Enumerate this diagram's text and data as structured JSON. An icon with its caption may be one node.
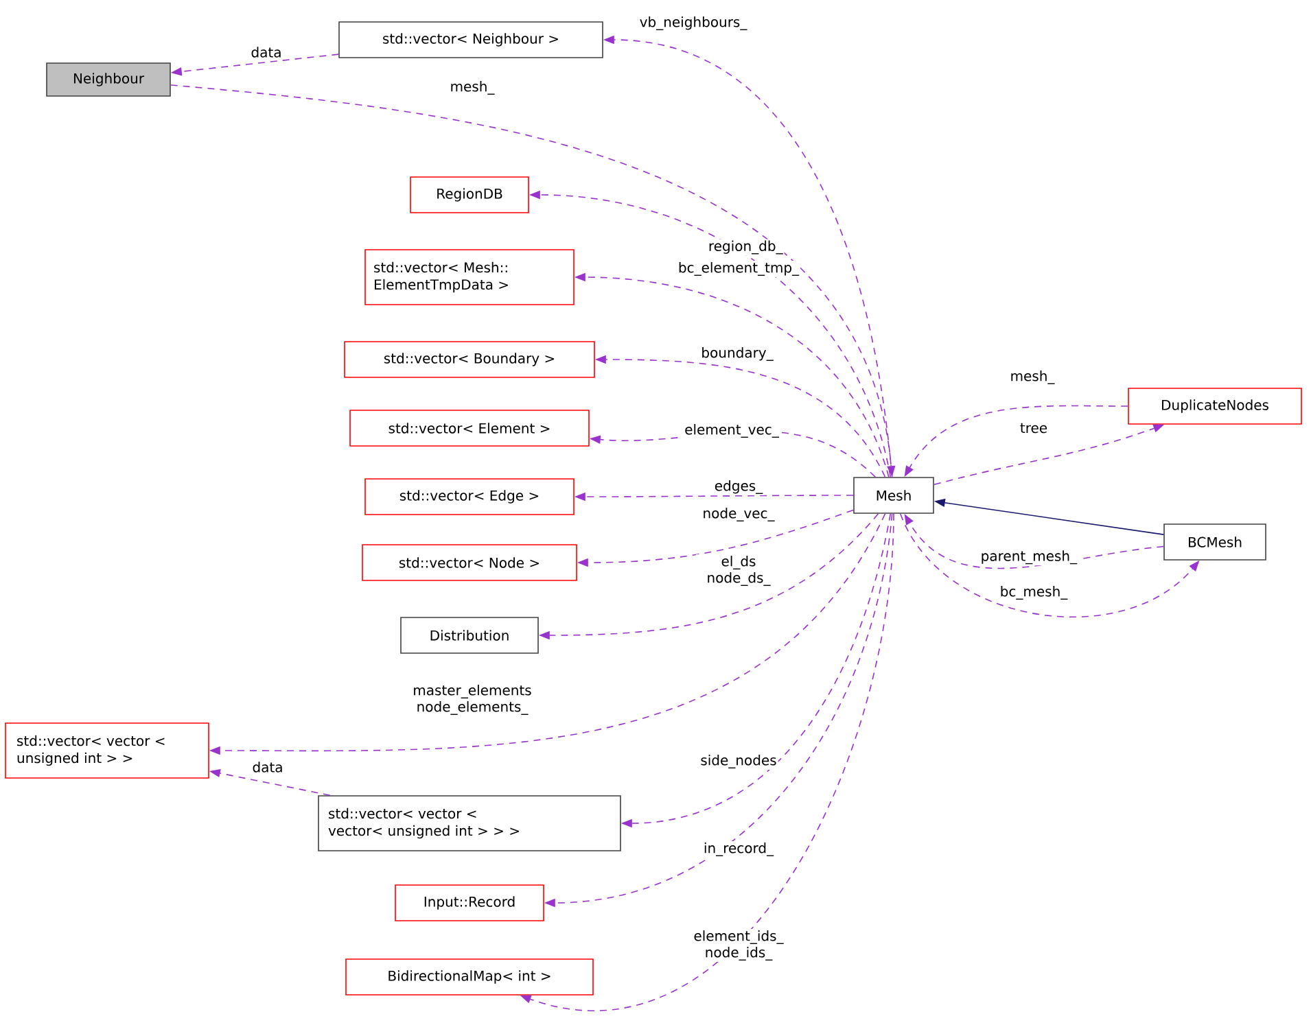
{
  "diagram": {
    "nodes": [
      {
        "text": [
          "Neighbour"
        ]
      },
      {
        "text": [
          "std::vector< Neighbour >"
        ]
      },
      {
        "text": [
          "RegionDB"
        ]
      },
      {
        "text": [
          "std::vector< Mesh:: ElementTmpData >"
        ]
      },
      {
        "text": [
          "std::vector< Boundary >"
        ]
      },
      {
        "text": [
          "std::vector< Element >"
        ]
      },
      {
        "text": [
          "std::vector< Edge >"
        ]
      },
      {
        "text": [
          "Mesh"
        ]
      },
      {
        "text": [
          "DuplicateNodes"
        ]
      },
      {
        "text": [
          "BCMesh"
        ]
      },
      {
        "text": [
          "std::vector< Node >"
        ]
      },
      {
        "text": [
          "Distribution"
        ]
      },
      {
        "text": [
          "std::vector< vector < unsigned int > >"
        ]
      },
      {
        "text": [
          "std::vector< vector < vector< unsigned int > > >"
        ]
      },
      {
        "text": [
          "Input::Record"
        ]
      },
      {
        "text": [
          "BidirectionalMap< int >"
        ]
      }
    ],
    "edges": [
      {
        "from": 1,
        "to": 0,
        "arrow": "to",
        "label": "data",
        "style": "dashed"
      },
      {
        "from": 7,
        "to": 1,
        "arrow": "to",
        "label": "vb_neighbours_",
        "style": "dashed"
      },
      {
        "from": 0,
        "to": 7,
        "arrow": "to",
        "label": "mesh_",
        "style": "dashed"
      },
      {
        "from": 7,
        "to": 2,
        "arrow": "to",
        "label": "region_db_",
        "style": "dashed"
      },
      {
        "from": 7,
        "to": 3,
        "arrow": "to",
        "label": "bc_element_tmp_",
        "style": "dashed"
      },
      {
        "from": 7,
        "to": 4,
        "arrow": "to",
        "label": "boundary_",
        "style": "dashed"
      },
      {
        "from": 7,
        "to": 5,
        "arrow": "to",
        "label": "element_vec_",
        "style": "dashed"
      },
      {
        "from": 7,
        "to": 6,
        "arrow": "to",
        "label": "edges_",
        "style": "dashed"
      },
      {
        "from": 8,
        "to": 7,
        "arrow": "to",
        "label": "mesh_",
        "style": "dashed"
      },
      {
        "from": 7,
        "to": 8,
        "arrow": "to",
        "label": "tree",
        "style": "dashed"
      },
      {
        "from": 9,
        "to": 7,
        "arrow": "to",
        "color": "#191970"
      },
      {
        "from": 9,
        "to": 7,
        "arrow": "to",
        "label": "parent_mesh_",
        "style": "dashed"
      },
      {
        "from": 7,
        "to": 9,
        "arrow": "to",
        "label": "bc_mesh_",
        "style": "dashed"
      },
      {
        "from": 7,
        "to": 10,
        "arrow": "to",
        "label": "node_vec_",
        "style": "dashed"
      },
      {
        "from": 7,
        "to": 11,
        "arrow": "to",
        "label": "el_ds node_ds_",
        "style": "dashed"
      },
      {
        "from": 7,
        "to": 12,
        "arrow": "to",
        "label": "master_elements node_elements_",
        "style": "dashed"
      },
      {
        "from": 13,
        "to": 12,
        "arrow": "to",
        "label": "data",
        "style": "dashed"
      },
      {
        "from": 7,
        "to": 13,
        "arrow": "to",
        "label": "side_nodes",
        "style": "dashed"
      },
      {
        "from": 7,
        "to": 14,
        "arrow": "to",
        "label": "in_record_",
        "style": "dashed"
      },
      {
        "from": 7,
        "to": 15,
        "arrow": "to",
        "label": "element_ids_ node_ids_",
        "style": "dashed"
      }
    ]
  }
}
